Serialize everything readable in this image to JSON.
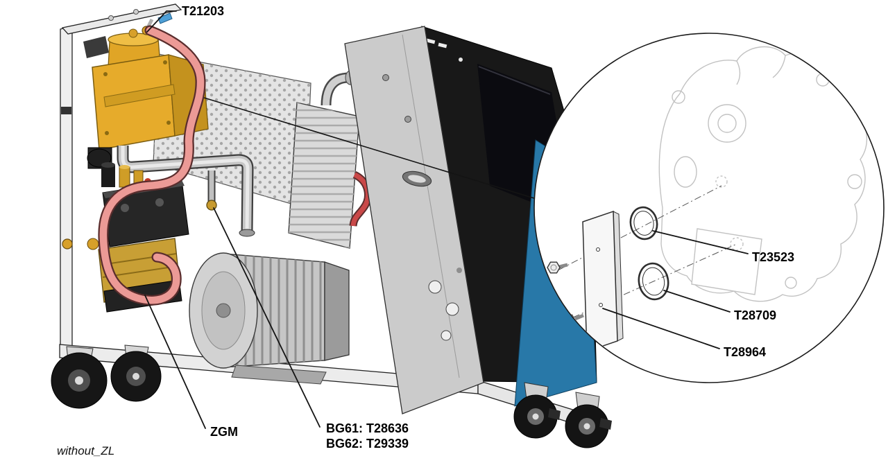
{
  "diagram": {
    "caption": "without_ZL",
    "machine_labels": {
      "t21203": "T21203",
      "zgm": "ZGM",
      "bg61": "BG61: T28636",
      "bg62": "BG62: T29339"
    },
    "detail_labels": {
      "t23523": "T23523",
      "t28709": "T28709",
      "t28964": "T28964"
    },
    "colors": {
      "pump_yellow": "#E6AB2B",
      "hose_red": "#EC9A96",
      "panel_blue": "#2878A8"
    }
  }
}
